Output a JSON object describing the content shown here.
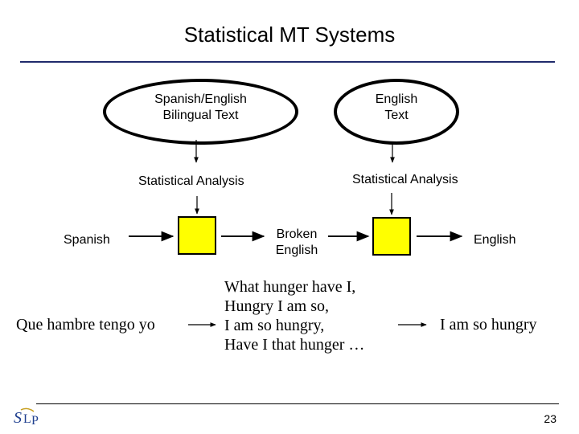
{
  "slide": {
    "title": "Statistical MT Systems",
    "page_number": "23"
  },
  "sources": {
    "bilingual": [
      "Spanish/English",
      "Bilingual Text"
    ],
    "english": [
      "English",
      "Text"
    ]
  },
  "analysis": {
    "left": "Statistical Analysis",
    "right": "Statistical Analysis"
  },
  "pipeline": {
    "input": "Spanish",
    "middle": [
      "Broken",
      "English"
    ],
    "output": "English"
  },
  "example": {
    "input": "Que hambre tengo yo",
    "candidates": [
      "What hunger have I,",
      "Hungry I am so,",
      "I am so hungry,",
      "Have I that hunger …"
    ],
    "output": "I am so hungry"
  },
  "colors": {
    "model_box": "#ffff00",
    "title_rule": "#1f2a6b"
  },
  "logo": {
    "letters": "SLP"
  }
}
